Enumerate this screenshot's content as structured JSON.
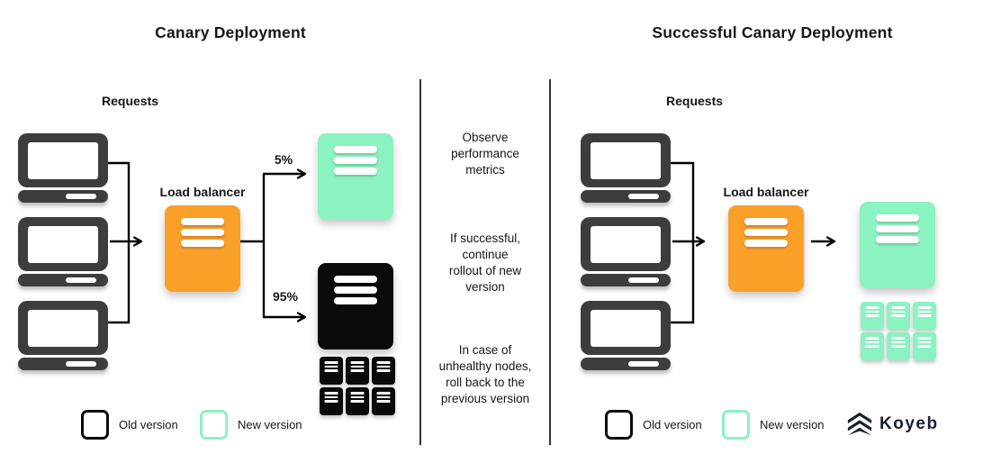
{
  "left_diagram": {
    "title": "Canary Deployment",
    "requests_label": "Requests",
    "load_balancer_label": "Load balancer",
    "canary_percent": "5%",
    "stable_percent": "95%",
    "legend": {
      "old": "Old version",
      "new": "New version"
    }
  },
  "middle_notes": {
    "note1": "Observe\nperformance\nmetrics",
    "note2": "If successful,\ncontinue\nrollout of new\nversion",
    "note3": "In case of\nunhealthy nodes,\nroll back to the\nprevious version"
  },
  "right_diagram": {
    "title": "Successful Canary Deployment",
    "requests_label": "Requests",
    "load_balancer_label": "Load balancer",
    "legend": {
      "old": "Old version",
      "new": "New version"
    }
  },
  "branding": {
    "logo_text": "Koyeb"
  },
  "colors": {
    "orange": "#FA9F28",
    "green": "#8BF2C2",
    "dark": "#3D3D3D",
    "black": "#0A0A0A",
    "logo": "#16202C"
  }
}
